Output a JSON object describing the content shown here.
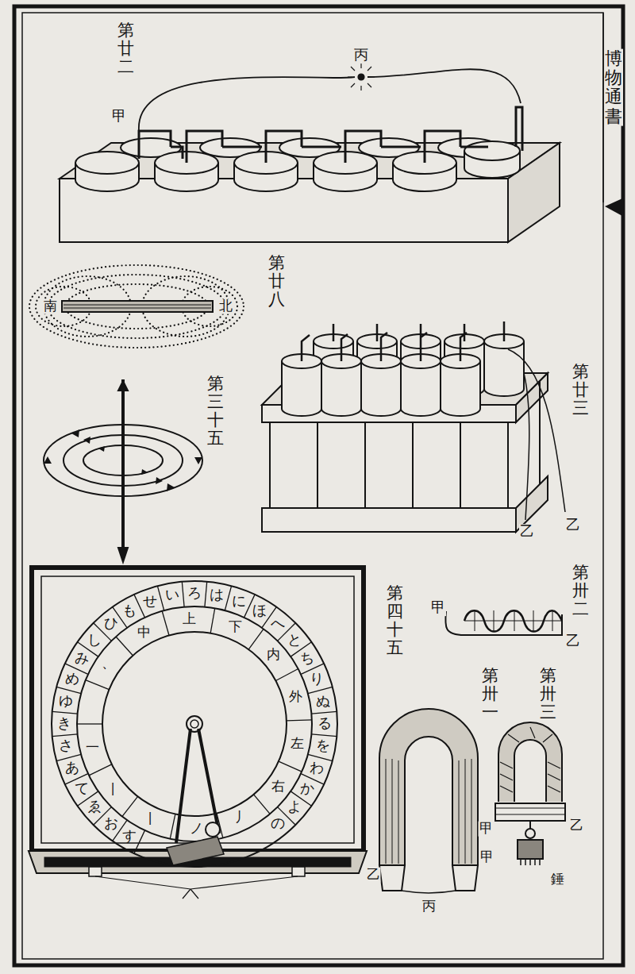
{
  "diagram": {
    "title": "博物通書",
    "labels": [
      "第廿二",
      "甲",
      "丙",
      "南",
      "北",
      "第廿八",
      "第廿三",
      "乙",
      "乙",
      "第三十五",
      "す",
      "お",
      "ゑ",
      "て",
      "あ",
      "さ",
      "き",
      "ゆ",
      "め",
      "み",
      "し",
      "ひ",
      "も",
      "せ",
      "い",
      "ろ",
      "は",
      "に",
      "ほ",
      "へ",
      "と",
      "ち",
      "り",
      "ぬ",
      "る",
      "を",
      "わ",
      "か",
      "よ",
      "の",
      "、",
      "中",
      "上",
      "下",
      "内",
      "外",
      "左",
      "右",
      "丿",
      "ノ",
      "丨",
      "丨",
      "一",
      "第四十五",
      "第卅二",
      "甲",
      "乙",
      "第卅一",
      "第卅三",
      "乙",
      "甲",
      "丙",
      "甲",
      "乙",
      "錘"
    ]
  }
}
